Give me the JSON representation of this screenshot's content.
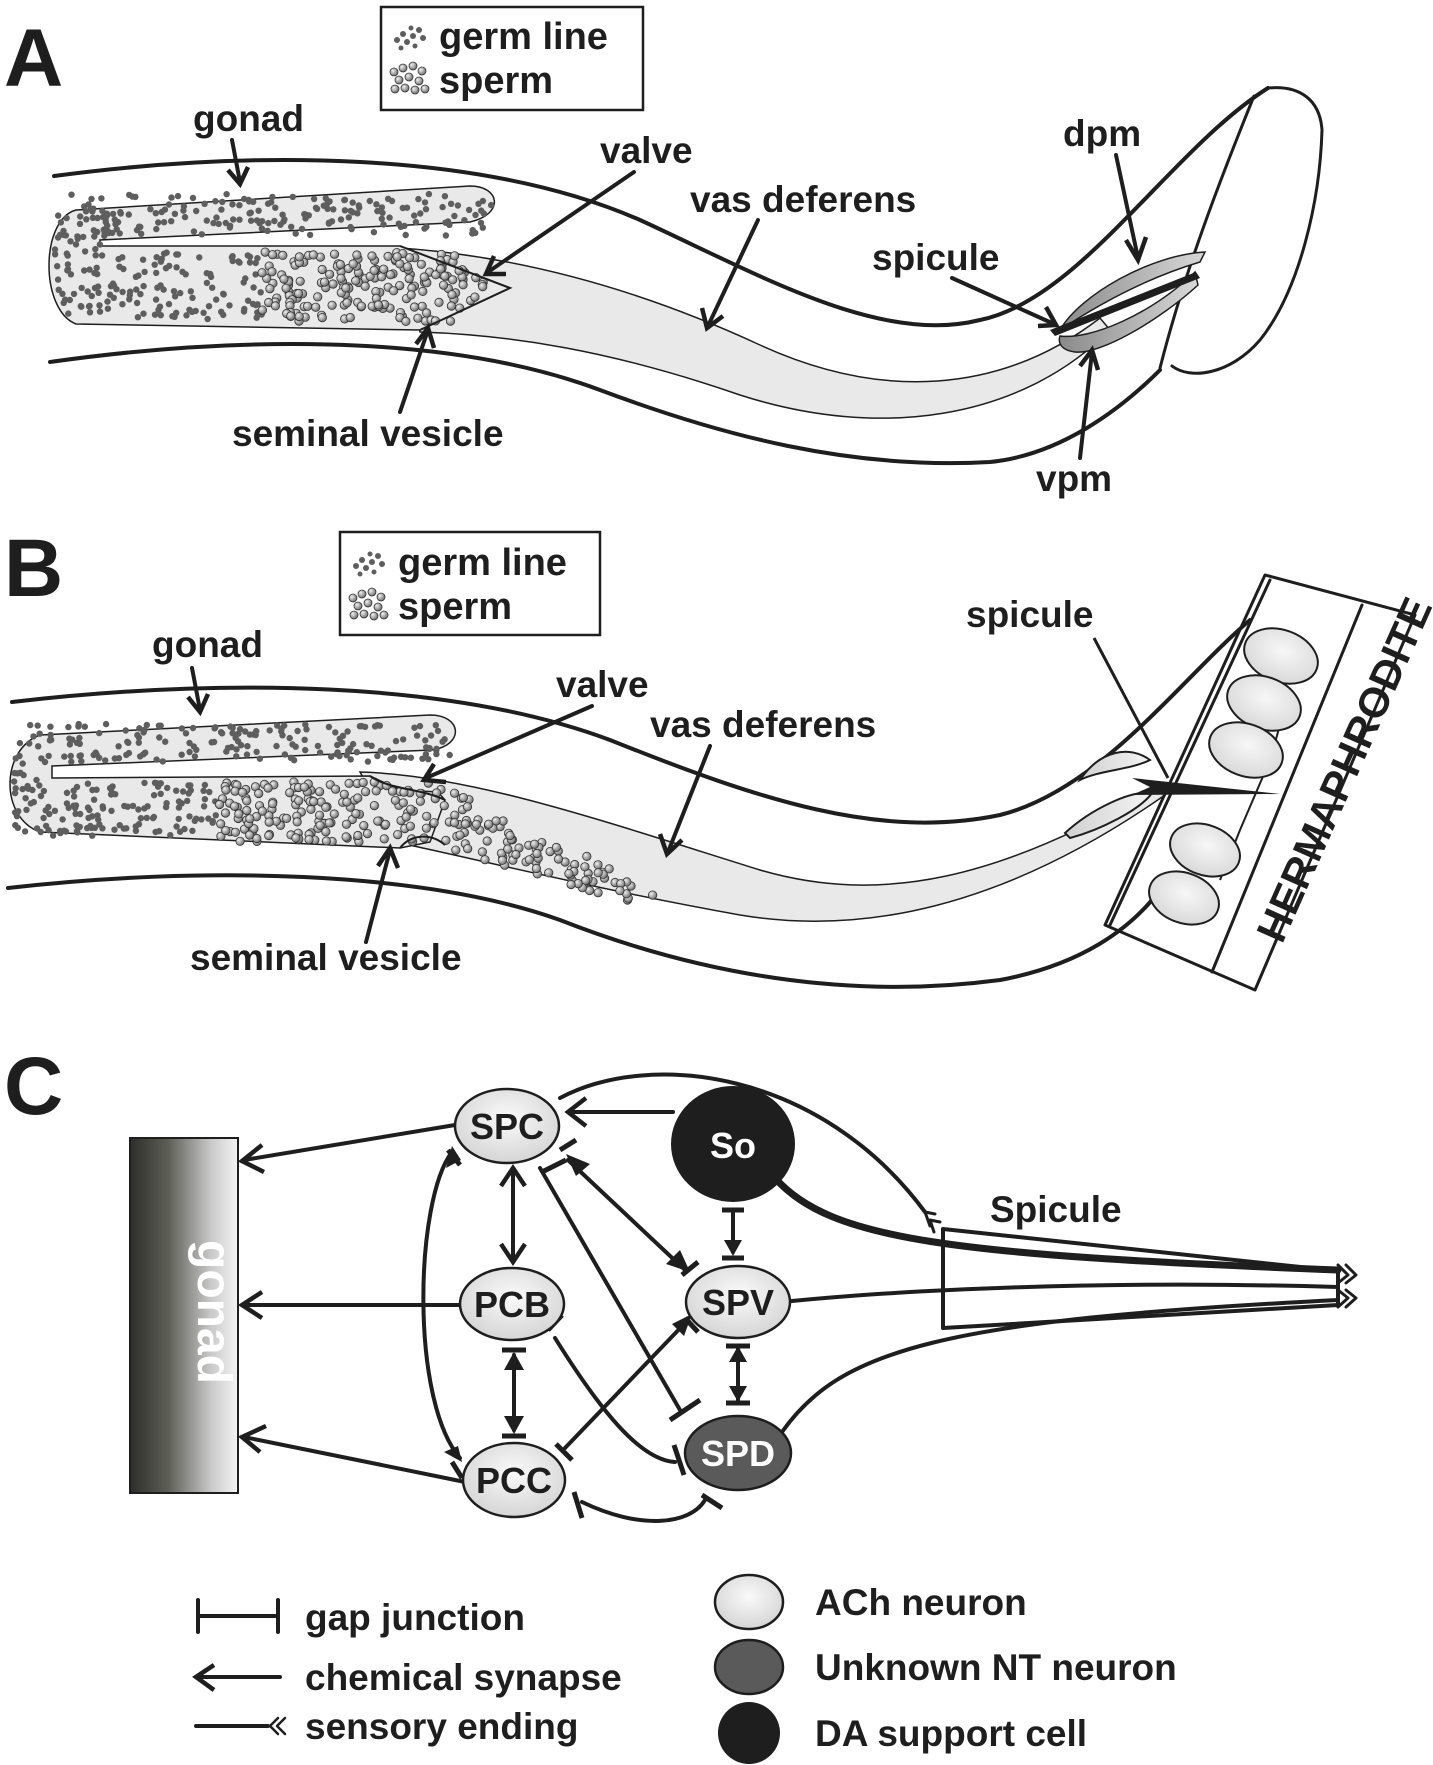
{
  "figure": {
    "panels": [
      {
        "id": "A",
        "label": "A",
        "legend": {
          "items": [
            {
              "icon": "germ-line-dots",
              "label": "germ line"
            },
            {
              "icon": "sperm-dots",
              "label": "sperm"
            }
          ]
        },
        "annotations": {
          "gonad": "gonad",
          "valve": "valve",
          "vas_deferens": "vas deferens",
          "seminal_vesicle": "seminal vesicle",
          "dpm": "dpm",
          "spicule": "spicule",
          "vpm": "vpm"
        }
      },
      {
        "id": "B",
        "label": "B",
        "legend": {
          "items": [
            {
              "icon": "germ-line-dots",
              "label": "germ line"
            },
            {
              "icon": "sperm-dots",
              "label": "sperm"
            }
          ]
        },
        "annotations": {
          "gonad": "gonad",
          "valve": "valve",
          "vas_deferens": "vas deferens",
          "seminal_vesicle": "seminal vesicle",
          "spicule": "spicule",
          "hermaphrodite": "HERMAPHRODITE"
        }
      },
      {
        "id": "C",
        "label": "C",
        "gonad_label": "gonad",
        "spicule_label": "Spicule",
        "nodes": [
          {
            "id": "SPC",
            "label": "SPC",
            "type": "ACh neuron"
          },
          {
            "id": "So",
            "label": "So",
            "type": "DA support cell"
          },
          {
            "id": "PCB",
            "label": "PCB",
            "type": "ACh neuron"
          },
          {
            "id": "SPV",
            "label": "SPV",
            "type": "ACh neuron"
          },
          {
            "id": "PCC",
            "label": "PCC",
            "type": "ACh neuron"
          },
          {
            "id": "SPD",
            "label": "SPD",
            "type": "Unknown NT neuron"
          }
        ],
        "connections": [
          {
            "from": "SPC",
            "to": "gonad",
            "kind": "chemical synapse"
          },
          {
            "from": "PCB",
            "to": "gonad",
            "kind": "chemical synapse"
          },
          {
            "from": "PCC",
            "to": "gonad",
            "kind": "chemical synapse"
          },
          {
            "from": "So",
            "to": "SPC",
            "kind": "chemical synapse"
          },
          {
            "from": "SPC",
            "to": "PCB",
            "kind": "chemical synapse (bidirectional)"
          },
          {
            "from": "SPC",
            "to": "PCC",
            "kind": "chemical synapse + gap junction"
          },
          {
            "from": "SPC",
            "to": "SPV",
            "kind": "chemical synapse + gap junction"
          },
          {
            "from": "SPC",
            "to": "SPD",
            "kind": "gap junction"
          },
          {
            "from": "So",
            "to": "SPV",
            "kind": "gap junction"
          },
          {
            "from": "PCB",
            "to": "PCC",
            "kind": "chemical synapse + gap junction"
          },
          {
            "from": "PCB",
            "to": "SPD",
            "kind": "gap junction"
          },
          {
            "from": "PCC",
            "to": "SPV",
            "kind": "chemical synapse + gap junction"
          },
          {
            "from": "PCC",
            "to": "SPD",
            "kind": "gap junction"
          },
          {
            "from": "SPV",
            "to": "SPD",
            "kind": "chemical synapse + gap junction"
          },
          {
            "from": "SPC",
            "to": "Spicule",
            "kind": "sensory ending"
          },
          {
            "from": "So",
            "to": "Spicule",
            "kind": "sensory ending"
          },
          {
            "from": "SPV",
            "to": "Spicule",
            "kind": "sensory ending"
          },
          {
            "from": "SPD",
            "to": "Spicule",
            "kind": "sensory ending"
          }
        ],
        "legend": {
          "connections": [
            {
              "symbol": "gap-junction",
              "label": "gap junction"
            },
            {
              "symbol": "chemical-synapse",
              "label": "chemical synapse"
            },
            {
              "symbol": "sensory-ending",
              "label": "sensory ending"
            }
          ],
          "cells": [
            {
              "symbol": "ach-neuron",
              "label": "ACh neuron",
              "color": "#e6e6e6"
            },
            {
              "symbol": "unknown-nt-neuron",
              "label": "Unknown NT neuron",
              "color": "#5a5a5a"
            },
            {
              "symbol": "da-support-cell",
              "label": "DA support cell",
              "color": "#1e1e1e"
            }
          ]
        }
      }
    ]
  },
  "colors": {
    "ink": "#1e1e1e",
    "tube_fill": "#e9e9e9",
    "germ_dot": "#5e5e5e",
    "ach_neuron": "#e6e6e6",
    "unknown_nt_neuron": "#5a5a5a",
    "da_support_cell": "#1e1e1e",
    "muscle_gray": "#9a9a9a"
  }
}
